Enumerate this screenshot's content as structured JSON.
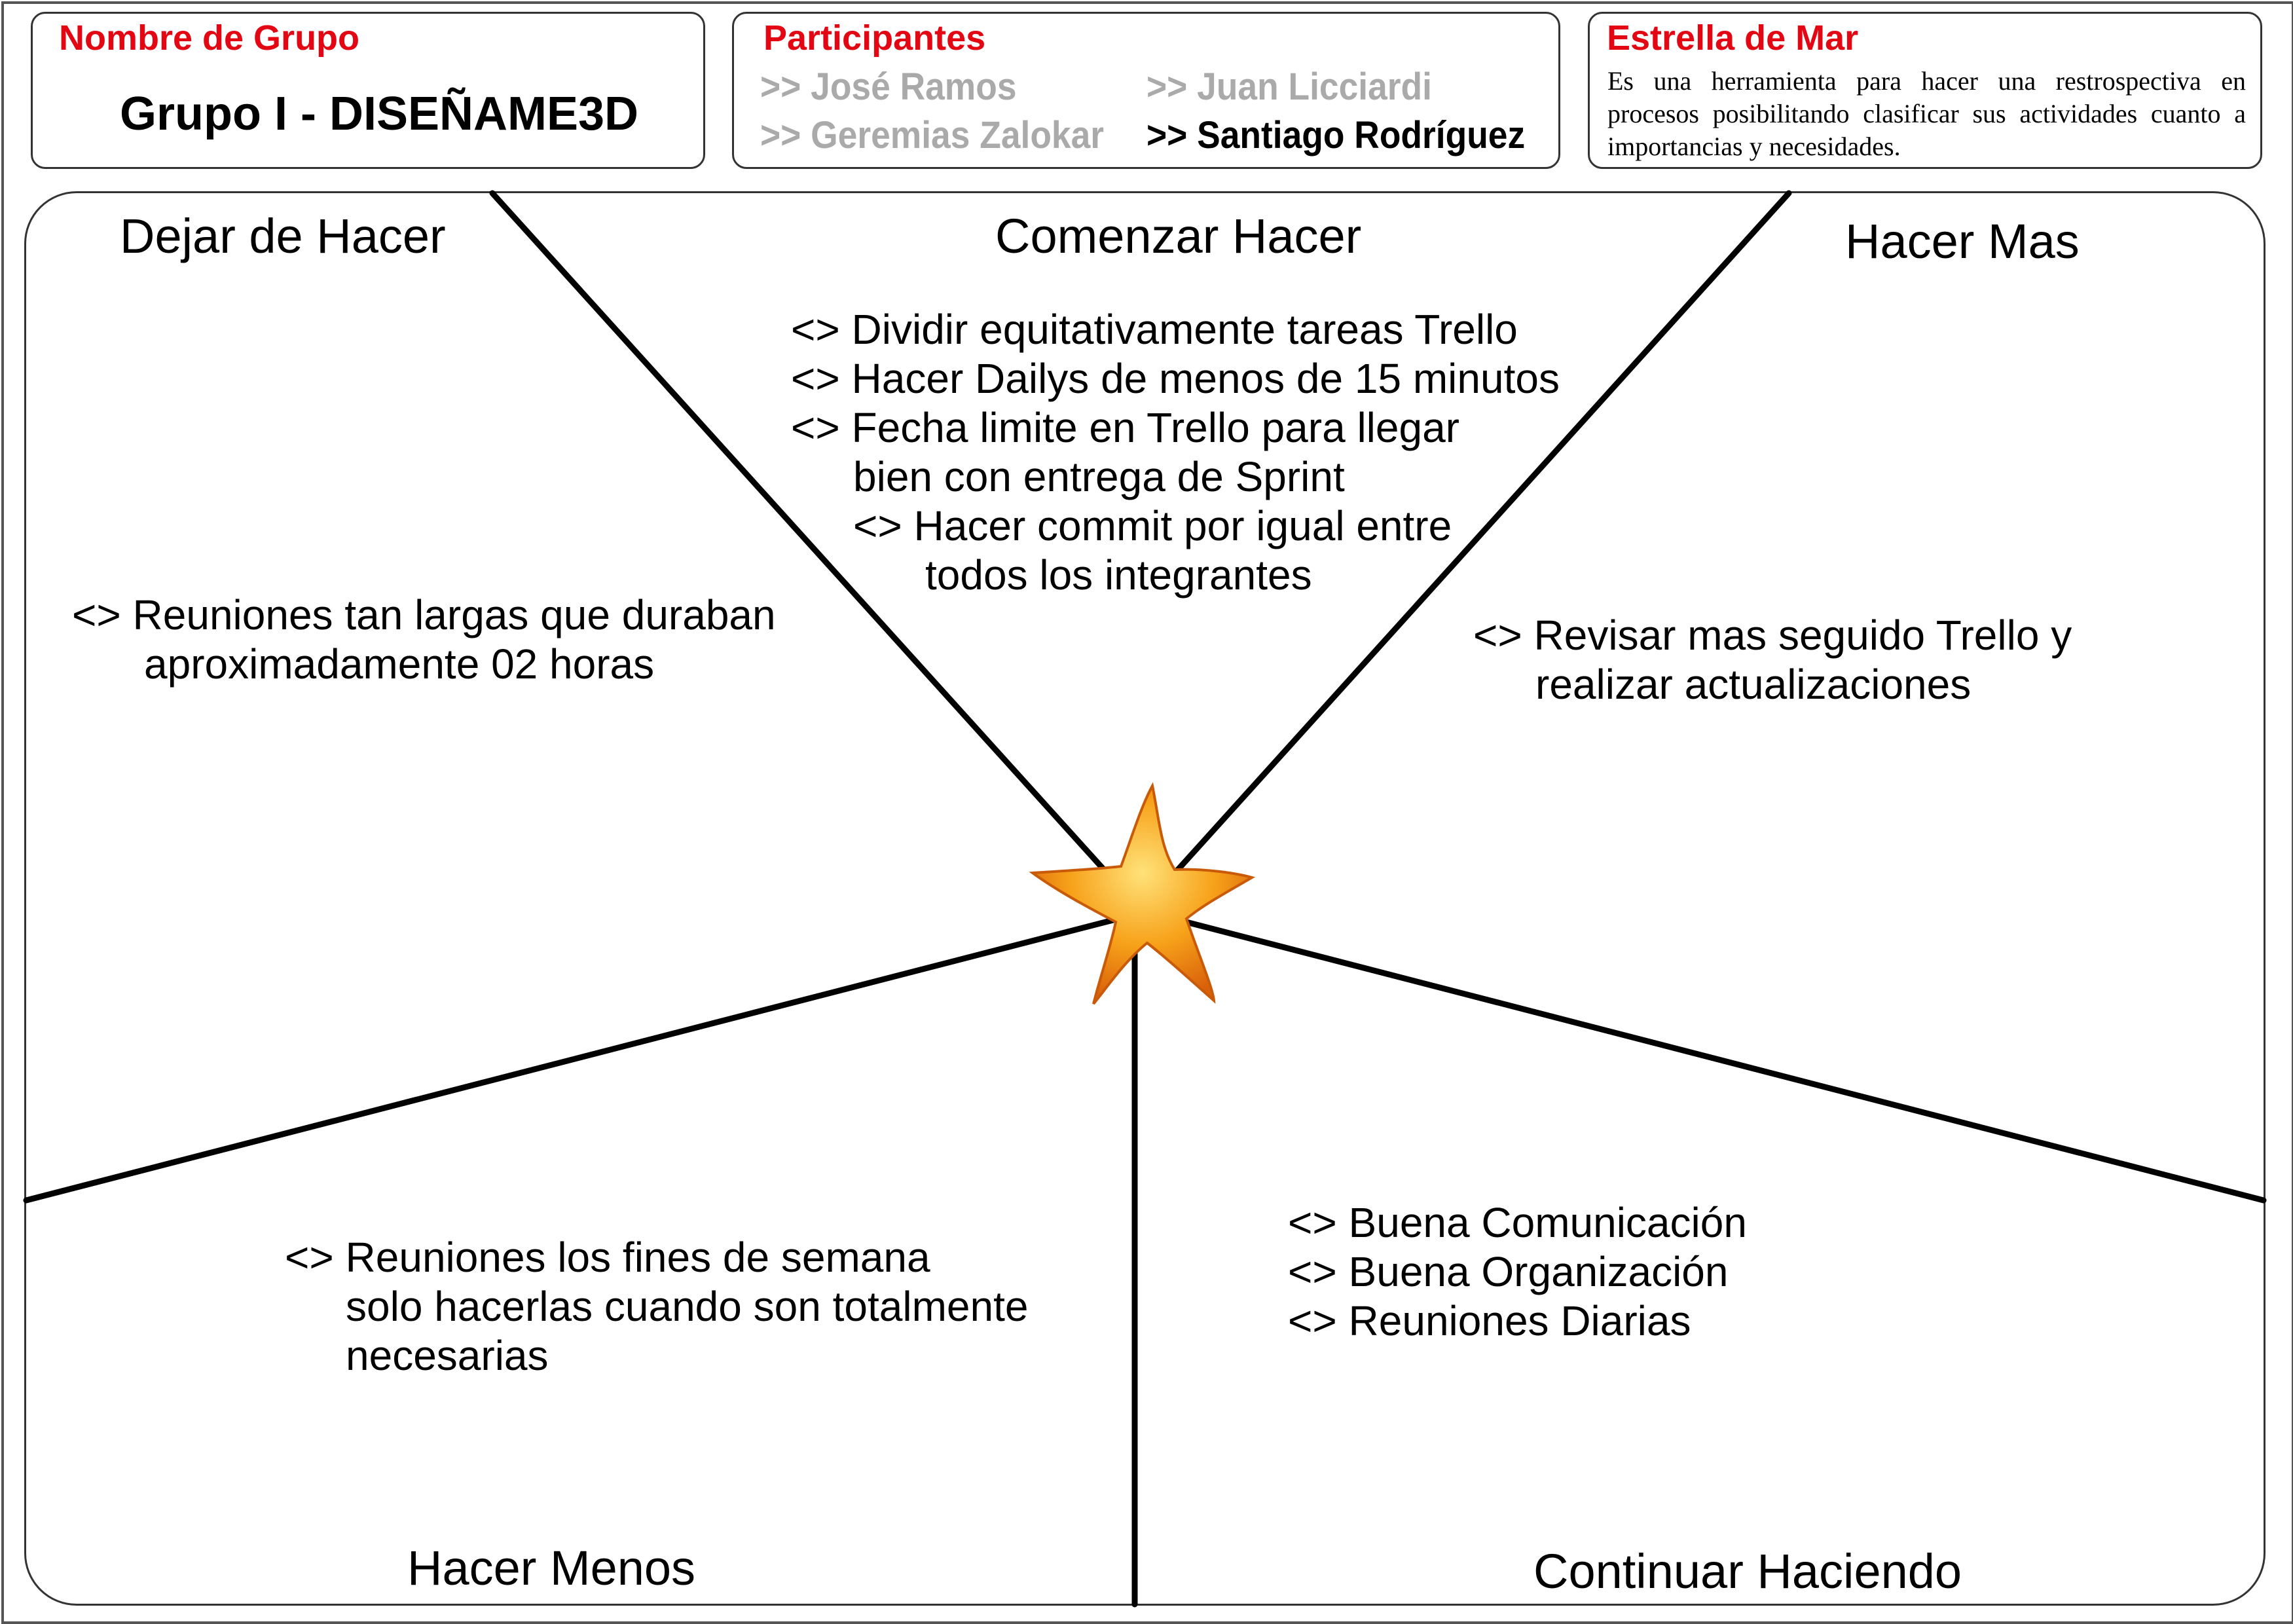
{
  "header": {
    "group": {
      "title": "Nombre de Grupo",
      "name": "Grupo I - DISEÑAME3D"
    },
    "participants": {
      "title": "Participantes",
      "people": [
        ">> José Ramos",
        ">> Juan Licciardi",
        ">> Geremias Zalokar",
        ">> Santiago Rodríguez"
      ]
    },
    "starfish": {
      "title": "Estrella de Mar",
      "description": "Es una herramienta para hacer una restrospectiva en procesos posibilitando clasificar sus actividades cuanto a importancias y necesidades."
    }
  },
  "sections": {
    "dejar": {
      "label": "Dejar de Hacer",
      "items": [
        "<> Reuniones tan largas que duraban",
        "aproximadamente 02 horas"
      ]
    },
    "comenzar": {
      "label": "Comenzar Hacer",
      "items": [
        "<> Dividir equitativamente tareas Trello",
        "<> Hacer Dailys de menos de 15 minutos",
        "<> Fecha limite en Trello para llegar",
        "bien con entrega de Sprint",
        "<> Hacer commit por igual entre",
        "todos los integrantes"
      ]
    },
    "mas": {
      "label": "Hacer Mas",
      "items": [
        "<> Revisar mas seguido Trello y",
        "realizar actualizaciones"
      ]
    },
    "menos": {
      "label": "Hacer Menos",
      "items": [
        "<> Reuniones los fines de semana",
        "solo hacerlas cuando son totalmente",
        "necesarias"
      ]
    },
    "continuar": {
      "label": "Continuar Haciendo",
      "items": [
        "<> Buena Comunicación",
        "<> Buena Organización",
        "<> Reuniones Diarias"
      ]
    }
  },
  "colors": {
    "title_red": "#e30613",
    "inactive_gray": "#aaaaaa",
    "starfish_orange": "#f7a21a"
  },
  "icons": [
    "starfish-icon"
  ]
}
